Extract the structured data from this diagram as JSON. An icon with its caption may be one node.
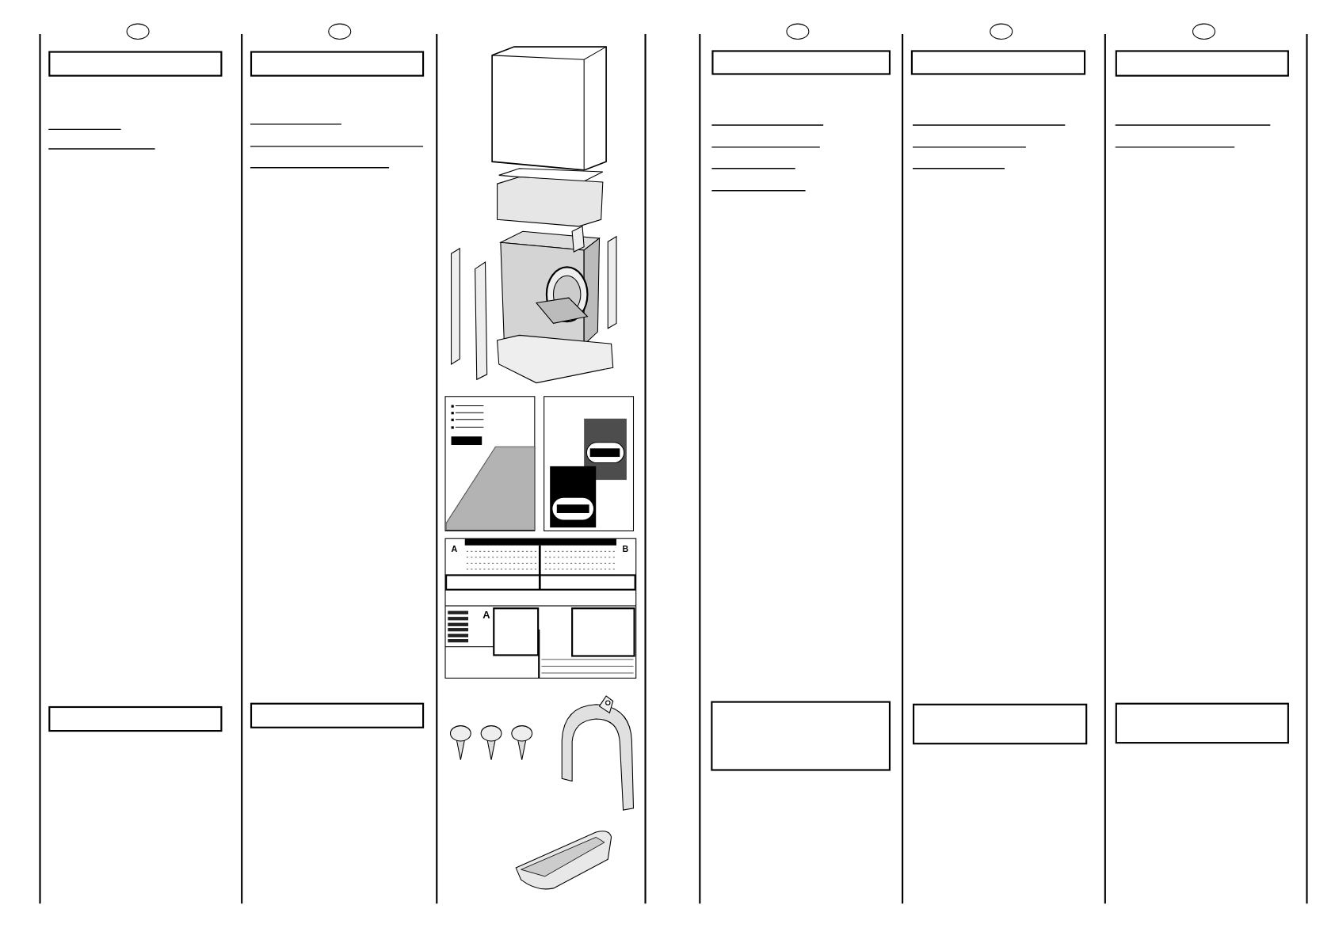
{
  "diagram": {
    "nodes": [
      {
        "text": [],
        "shape": "box"
      },
      {
        "text": [],
        "shape": "box"
      },
      {
        "text": [],
        "shape": "box"
      },
      {
        "text": [],
        "shape": "box"
      },
      {
        "text": [],
        "shape": "box"
      },
      {
        "text": [],
        "shape": "box"
      },
      {
        "text": [],
        "shape": "box"
      },
      {
        "text": [],
        "shape": "box"
      },
      {
        "text": [],
        "shape": "box"
      },
      {
        "text": [],
        "shape": "box"
      }
    ],
    "labels": [
      "A",
      "B",
      "A"
    ]
  }
}
